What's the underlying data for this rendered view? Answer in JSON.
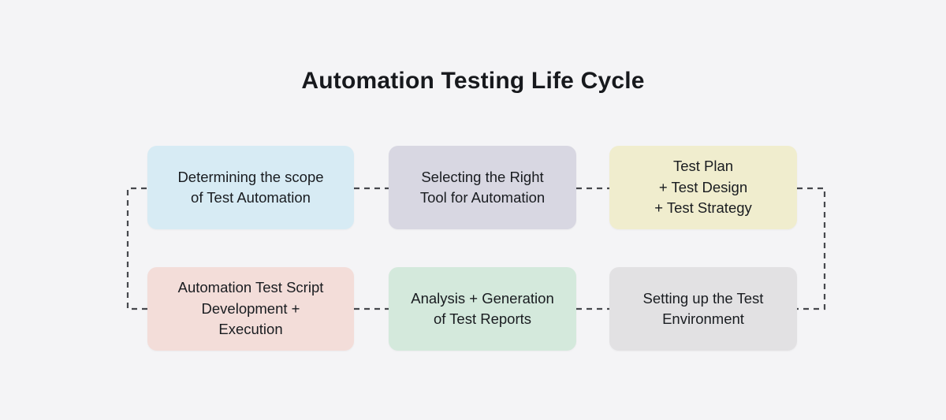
{
  "page": {
    "background": "#f4f4f6"
  },
  "title": {
    "text": "Automation Testing Life Cycle",
    "color": "#17191d"
  },
  "connector": {
    "color": "#46484d",
    "style": "dashed"
  },
  "boxes": [
    {
      "id": "determining-scope",
      "label": "Determining the scope\nof Test Automation",
      "color": "#d7ebf4"
    },
    {
      "id": "selecting-tool",
      "label": "Selecting the Right\nTool for Automation",
      "color": "#d8d7e2"
    },
    {
      "id": "test-plan",
      "label": "Test Plan\n+ Test Design\n+ Test Strategy",
      "color": "#f0edce"
    },
    {
      "id": "script-development",
      "label": "Automation Test Script\nDevelopment +\nExecution",
      "color": "#f3ddd9"
    },
    {
      "id": "analysis-reports",
      "label": "Analysis + Generation\nof Test Reports",
      "color": "#d4e9dc"
    },
    {
      "id": "setup-environment",
      "label": "Setting up the Test\nEnvironment",
      "color": "#e2e1e3"
    }
  ]
}
